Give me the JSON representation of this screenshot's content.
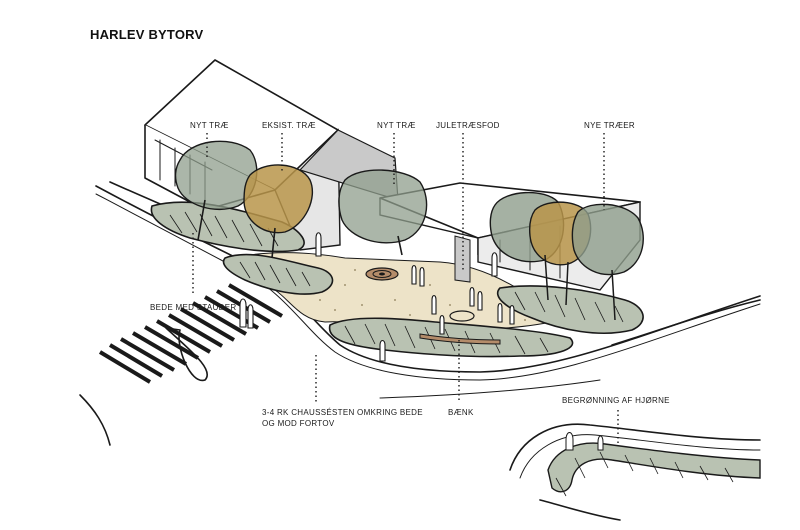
{
  "title": "HARLEV BYTORV",
  "labels": {
    "new_tree_1": "NYT TRÆ",
    "existing_tree": "EKSIST. TRÆ",
    "new_tree_2": "NYT TRÆ",
    "christmas_tree_base": "JULETRÆSFOD",
    "new_trees": "NYE TRÆER",
    "bed_perennials": "BEDE MED STAUDER",
    "cobblestones_line1": "3-4 RK CHAUSSÉSTEN OMKRING BEDE",
    "cobblestones_line2": "OG MOD FORTOV",
    "bench": "BÆNK",
    "corner_planting": "BEGRØNNING AF HJØRNE"
  },
  "colors": {
    "ink": "#1a1a1a",
    "plaza": "#ede3c8",
    "green_bed": "#b9c2b2",
    "tree_green": "#8f9d8c",
    "tree_ochre": "#b8954a",
    "roof_grey": "#c9c9c9",
    "wall_grey": "#e6e6e6",
    "bench_brown": "#b48c6a"
  }
}
